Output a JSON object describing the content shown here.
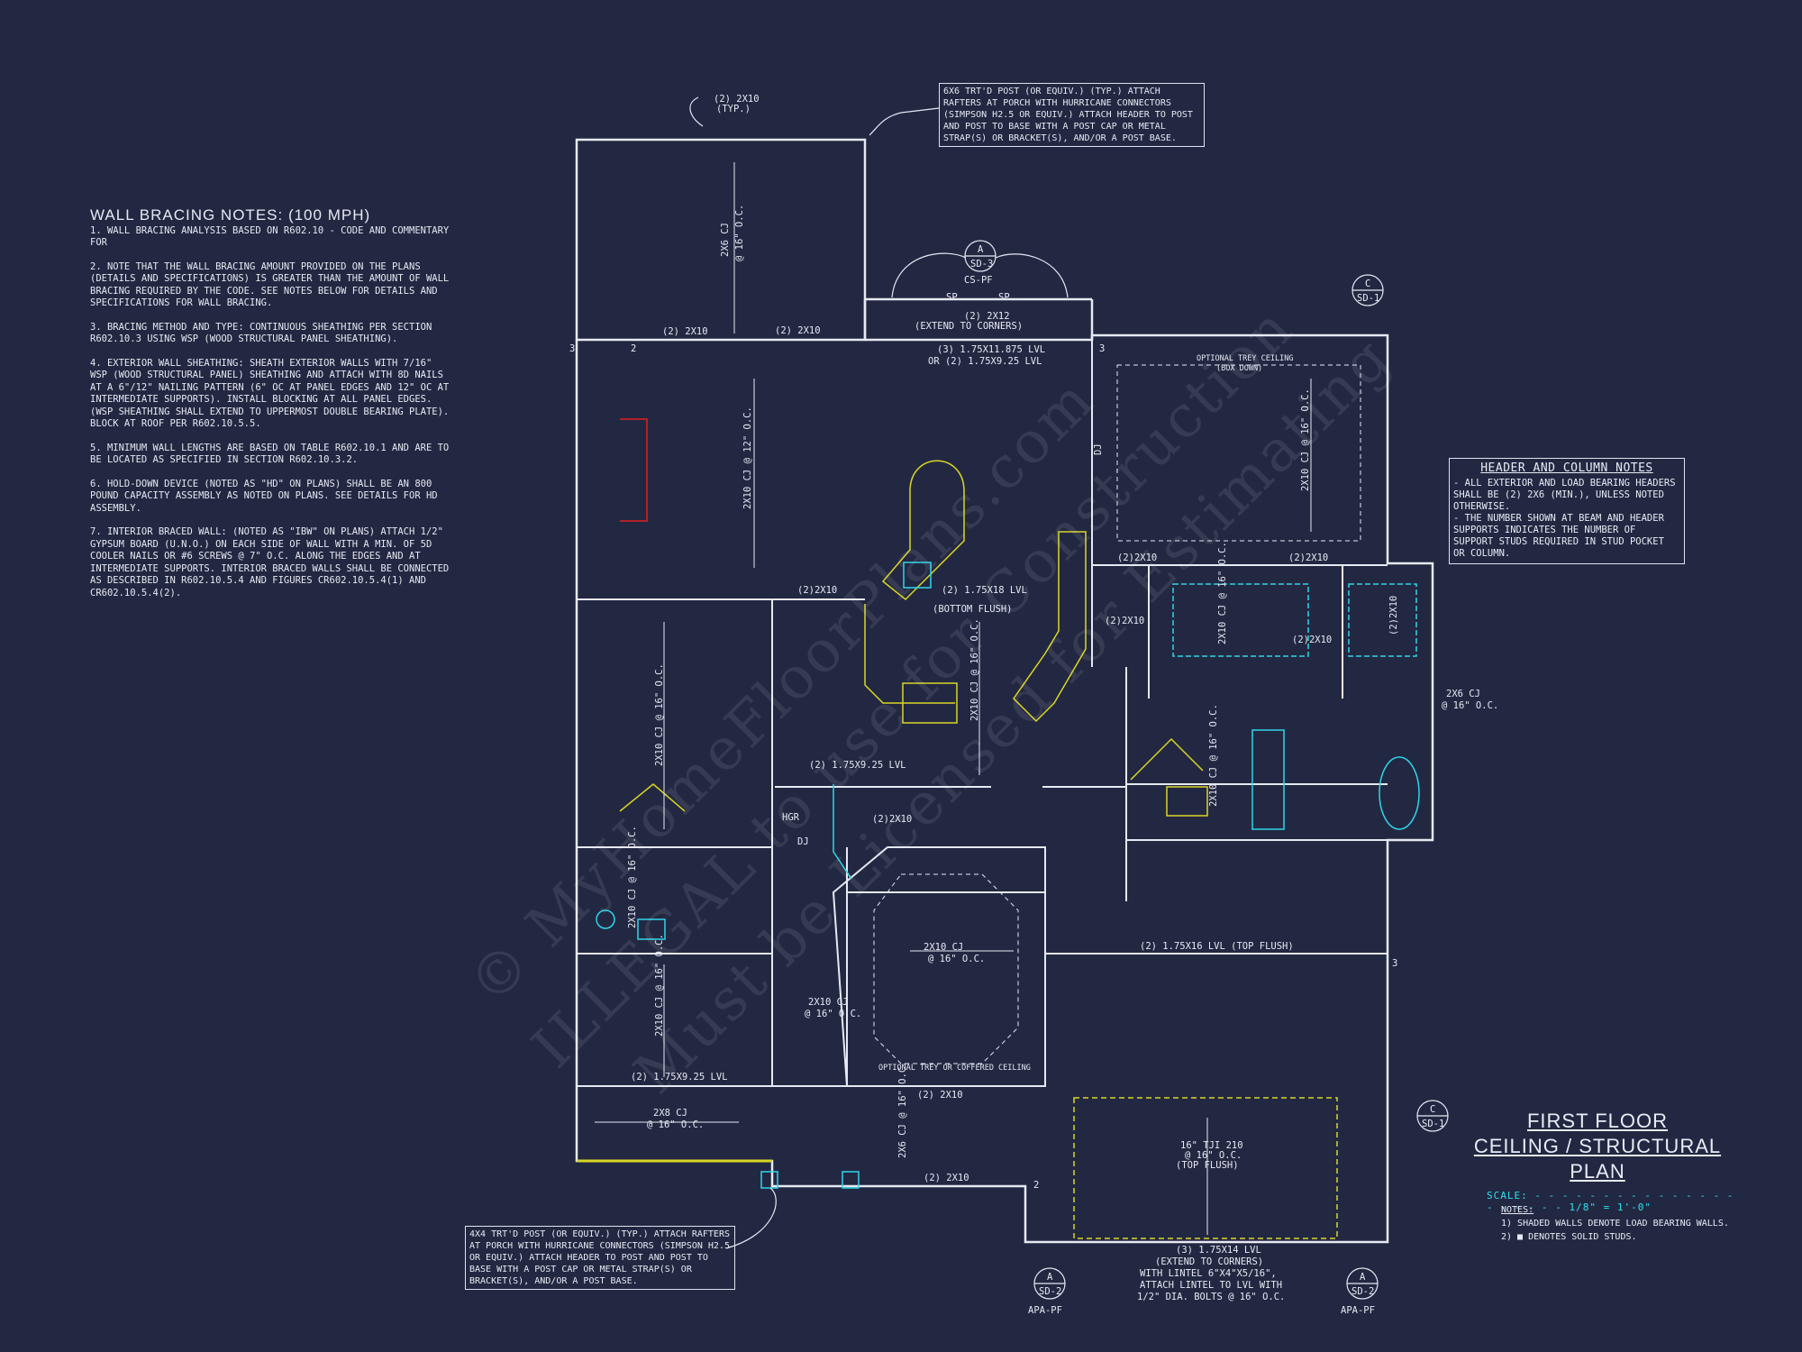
{
  "wall_bracing": {
    "title": "WALL BRACING NOTES: (100 MPH)",
    "items": [
      "1. WALL BRACING ANALYSIS BASED ON R602.10 - CODE AND COMMENTARY FOR",
      "2. NOTE THAT THE WALL BRACING AMOUNT PROVIDED ON THE PLANS (DETAILS AND SPECIFICATIONS) IS GREATER THAN THE AMOUNT OF WALL BRACING REQUIRED BY THE CODE. SEE NOTES BELOW FOR DETAILS AND SPECIFICATIONS FOR WALL BRACING.",
      "3. BRACING METHOD AND TYPE: CONTINUOUS SHEATHING PER SECTION R602.10.3 USING WSP (WOOD STRUCTURAL PANEL SHEATHING).",
      "4. EXTERIOR WALL SHEATHING: SHEATH EXTERIOR WALLS WITH 7/16\" WSP (WOOD STRUCTURAL PANEL) SHEATHING AND ATTACH WITH 8d NAILS AT A 6\"/12\" NAILING PATTERN (6\" OC AT PANEL EDGES AND 12\" OC AT INTERMEDIATE SUPPORTS). INSTALL BLOCKING AT ALL PANEL EDGES. (WSP SHEATHING SHALL EXTEND TO UPPERMOST DOUBLE BEARING PLATE). BLOCK AT ROOF PER R602.10.5.5.",
      "5. MINIMUM WALL LENGTHS ARE BASED ON TABLE R602.10.1 AND ARE TO BE LOCATED AS SPECIFIED IN SECTION R602.10.3.2.",
      "6. HOLD-DOWN DEVICE (NOTED AS \"HD\" ON PLANS) SHALL BE AN 800 POUND CAPACITY ASSEMBLY AS NOTED ON PLANS. SEE DETAILS FOR HD ASSEMBLY.",
      "7. INTERIOR BRACED WALL: (NOTED AS \"IBW\" ON PLANS) ATTACH 1/2\" GYPSUM BOARD (U.N.O.) ON EACH SIDE OF WALL WITH A MIN. OF 5d COOLER NAILS OR #6 SCREWS @ 7\" O.C. ALONG THE EDGES AND AT INTERMEDIATE SUPPORTS. INTERIOR BRACED WALLS SHALL BE CONNECTED AS DESCRIBED IN R602.10.5.4 AND FIGURES CR602.10.5.4(1) AND CR602.10.5.4(2)."
    ]
  },
  "callouts": {
    "top": "6X6 TRT'D POST (OR EQUIV.) (TYP.) ATTACH RAFTERS AT PORCH WITH HURRICANE CONNECTORS (SIMPSON H2.5 OR EQUIV.) ATTACH HEADER TO POST AND POST TO BASE WITH A POST CAP OR METAL STRAP(S) OR BRACKET(S), AND/OR A POST BASE.",
    "bottom": "4X4 TRT'D POST (OR EQUIV.) (TYP.) ATTACH RAFTERS AT PORCH WITH HURRICANE CONNECTORS (SIMPSON H2.5 OR EQUIV.) ATTACH HEADER TO POST AND POST TO BASE WITH A POST CAP OR METAL STRAP(S) OR BRACKET(S), AND/OR A POST BASE."
  },
  "header_notes": {
    "title": "HEADER AND COLUMN NOTES",
    "items": [
      "- ALL EXTERIOR AND LOAD BEARING HEADERS SHALL BE (2) 2X6 (MIN.), UNLESS NOTED OTHERWISE.",
      "- THE NUMBER SHOWN AT BEAM AND HEADER SUPPORTS INDICATES THE NUMBER OF SUPPORT STUDS REQUIRED IN STUD POCKET OR COLUMN."
    ]
  },
  "title_block": {
    "line1": "FIRST FLOOR",
    "line2": "CEILING / STRUCTURAL PLAN",
    "scale_label": "SCALE:",
    "scale_value": "1/8\" = 1'-0\""
  },
  "bottom_notes": {
    "heading": "NOTES:",
    "items": [
      "1) SHADED WALLS DENOTE LOAD BEARING WALLS.",
      "2) ■ DENOTES SOLID STUDS."
    ]
  },
  "plan_labels": {
    "porch_typ": "(2) 2x10",
    "porch_typ2": "(TYP.)",
    "porch_cj": "2x6 CJ",
    "porch_cj2": "@ 16\" O.C.",
    "hdr_2x10_a": "(2) 2x10",
    "hdr_2x10_b": "(2) 2x10",
    "hdr_2x12": "(2) 2x12",
    "hdr_2x12_ext": "(EXTEND TO CORNERS)",
    "lvl_1175": "(3) 1.75x11.875 LVL",
    "lvl_1175b": "OR (2) 1.75x9.25 LVL",
    "cs_pf": "CS-PF",
    "sp1": "SP",
    "sp2": "SP",
    "tray_opt": "OPTIONAL TREY CEILING",
    "tray_box": "(BOX DOWN)",
    "cj_right": "2x10 CJ @ 16\" O.C.",
    "cj_great": "2x10 CJ @ 12\" O.C.",
    "dj_top": "DJ",
    "lvl_18": "(2) 1.75x18 LVL",
    "bottom_flush": "(BOTTOM FLUSH)",
    "hdr_2x10_c": "(2)2x10",
    "hdr_2x10_d": "(2)2x10",
    "hdr_2x10_e": "(2)2x10",
    "hdr_2x10_f": "(2)2x10",
    "hdr_2x10_g": "(2)2x10",
    "hdr_2x10_h": "(2)2x10",
    "cj_bath": "2x10 CJ @ 16\" O.C.",
    "cj_kitchen": "2x10 CJ @ 16\" O.C.",
    "cj_left": "2x10 CJ @ 16\" O.C.",
    "cj_closet": "2x6 CJ",
    "cj_closet2": "@ 16\" O.C.",
    "lvl_925": "(2) 1.75x9.25 LVL",
    "hgr": "HGR",
    "dj_mid": "DJ",
    "hdr_2x10_stair": "(2)2x10",
    "cj_mbath": "2x10 CJ @ 16\" O.C.",
    "cj_dining": "2x10 CJ",
    "cj_dining2": "@ 16\" O.C.",
    "tray_coffer": "OPTIONAL TREY OR COFFERED CEILING",
    "lvl_16": "(2) 1.75x16 LVL (TOP FLUSH)",
    "cj_bed2": "2x10 CJ @ 16\" O.C.",
    "cj_bath2": "2x10 CJ @ 16\" O.C.",
    "cj_hall": "2x10 CJ",
    "cj_hall2": "@ 16\" O.C.",
    "lvl_925b": "(2) 1.75x9.25 LVL",
    "cj_front": "2x8 CJ",
    "cj_front2": "@ 16\" O.C.",
    "porch_2x10": "(2) 2x10",
    "porch_cj_front": "2x6 CJ @ 16\" O.C.",
    "porch_hdr": "(2) 2x10",
    "tji": "16\" TJI 210",
    "tji2": "@ 16\" O.C.",
    "tji3": "(TOP FLUSH)",
    "garage_lvl": "(3) 1.75x14 LVL",
    "garage_lvl2": "(EXTEND TO CORNERS)",
    "garage_lvl3": "WITH LINTEL 6\"x4\"x5/16\",",
    "garage_lvl4": "ATTACH LINTEL TO LVL WITH",
    "garage_lvl5": "1/2\" DIA. BOLTS @ 16\" O.C.",
    "sec_a_top": "A",
    "sec_sd3": "SD-3",
    "sec_c_top": "C",
    "sec_sd1_top": "SD-1",
    "sec_c_bot": "C",
    "sec_sd1_bot": "SD-1",
    "sec_a_bl": "A",
    "sec_sd2_l": "SD-2",
    "sec_apa_l": "APA-PF",
    "sec_a_br": "A",
    "sec_sd2_r": "SD-2",
    "sec_apa_r": "APA-PF",
    "num_2": "2",
    "num_3": "3"
  },
  "watermark": {
    "line1": "© MyHomeFloorPlans.com",
    "line2": "ILLEGAL to use for Construction",
    "line3": "Must be Licensed for Estimating"
  },
  "colors": {
    "background": "#232842",
    "wall": "#e6e9f2",
    "accent_yellow": "#d9d624",
    "accent_cyan": "#2ed6ea",
    "accent_red": "#e02020"
  }
}
